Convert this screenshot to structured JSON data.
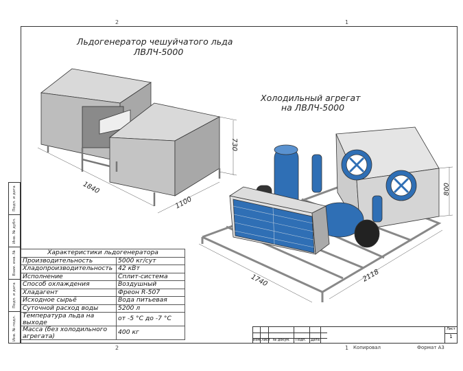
{
  "zones": {
    "top_left": "2",
    "top_right": "1",
    "bottom_left": "2",
    "bottom_right": "1"
  },
  "titles": {
    "icemaker_line1": "Льдогенератор чешуйчатого льда",
    "icemaker_line2": "ЛВЛЧ-5000",
    "unit_line1": "Холодильный агрегат",
    "unit_line2": "на ЛВЛЧ-5000"
  },
  "dimensions": {
    "icemaker_height": "730",
    "icemaker_length": "1840",
    "icemaker_width": "1100",
    "unit_height": "800",
    "unit_width": "1740",
    "unit_length": "2118"
  },
  "side_strip": [
    "Подп. и дата",
    "Инв. № дубл.",
    "Взам. инв. №",
    "Подп. и дата",
    "Инв. № подл."
  ],
  "spec_table": {
    "title": "Характеристики льдогенератора",
    "rows": [
      {
        "label": "Производительность",
        "value": "5000 кг/сут"
      },
      {
        "label": "Хладопроизводительность",
        "value": "42 кВт"
      },
      {
        "label": "Исполнение",
        "value": "Сплит-система"
      },
      {
        "label": "Способ охлаждения",
        "value": "Воздушный"
      },
      {
        "label": "Хладагент",
        "value": "Фреон R-507"
      },
      {
        "label": "Исходное сырьё",
        "value": "Вода питьевая"
      },
      {
        "label": "Суточной расход воды",
        "value": "5200 л"
      },
      {
        "label": "Температура льда на выходе",
        "value": "от -5 °С до -7 °С"
      },
      {
        "label": "Масса (без холодильного агрегата)",
        "value": "400 кг"
      }
    ]
  },
  "title_block": {
    "cols": [
      "Изм.",
      "Лист",
      "№ докум.",
      "Подп.",
      "Дата"
    ],
    "sheet_label": "Лист",
    "sheet_number": "1"
  },
  "footer": {
    "copied": "Копировал",
    "format": "Формат А3"
  },
  "colors": {
    "equipment_blue": "#2f6fb5",
    "panel_grey": "#b8b8b8",
    "frame_grey": "#9a9a9a"
  }
}
